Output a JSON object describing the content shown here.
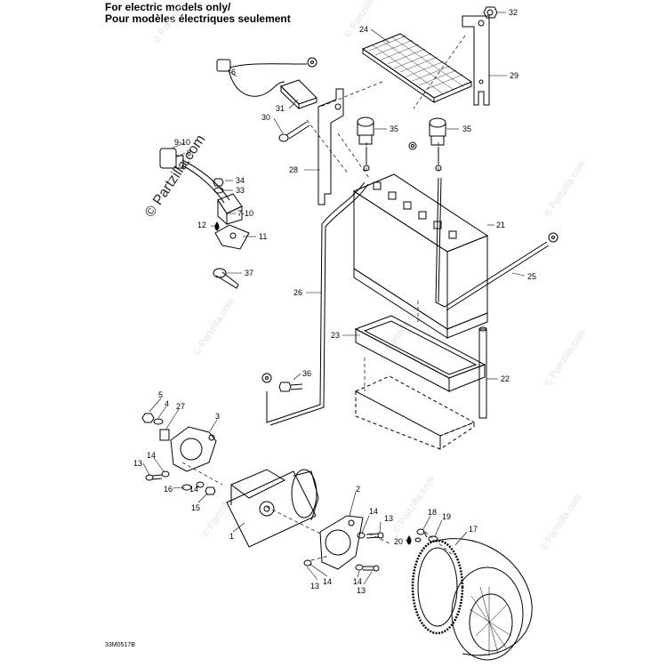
{
  "header": {
    "line1": "For electric models only/",
    "line2": "Pour modèles électriques seulement"
  },
  "drawing_code": "33M0517B",
  "watermark": "© Partzilla.com",
  "callouts": [
    {
      "id": "c32",
      "label": "32"
    },
    {
      "id": "c24",
      "label": "24"
    },
    {
      "id": "c29",
      "label": "29"
    },
    {
      "id": "c6",
      "label": "6"
    },
    {
      "id": "c31",
      "label": "31"
    },
    {
      "id": "c30",
      "label": "30"
    },
    {
      "id": "c35a",
      "label": "35"
    },
    {
      "id": "c35b",
      "label": "35"
    },
    {
      "id": "c9",
      "label": "9-10"
    },
    {
      "id": "c8",
      "label": "8"
    },
    {
      "id": "c28",
      "label": "28"
    },
    {
      "id": "c34",
      "label": "34"
    },
    {
      "id": "c33",
      "label": "33"
    },
    {
      "id": "c710",
      "label": "7-10"
    },
    {
      "id": "c21",
      "label": "21"
    },
    {
      "id": "c12",
      "label": "12"
    },
    {
      "id": "c11",
      "label": "11"
    },
    {
      "id": "c37",
      "label": "37"
    },
    {
      "id": "c25",
      "label": "25"
    },
    {
      "id": "c26",
      "label": "26"
    },
    {
      "id": "c23",
      "label": "23"
    },
    {
      "id": "c36",
      "label": "36"
    },
    {
      "id": "c22",
      "label": "22"
    },
    {
      "id": "c5",
      "label": "5"
    },
    {
      "id": "c4",
      "label": "4"
    },
    {
      "id": "c27",
      "label": "27"
    },
    {
      "id": "c3",
      "label": "3"
    },
    {
      "id": "c13a",
      "label": "13"
    },
    {
      "id": "c14a",
      "label": "14"
    },
    {
      "id": "c16",
      "label": "16"
    },
    {
      "id": "c14b",
      "label": "14"
    },
    {
      "id": "c15",
      "label": "15"
    },
    {
      "id": "c2",
      "label": "2"
    },
    {
      "id": "c14c",
      "label": "14"
    },
    {
      "id": "c13b",
      "label": "13"
    },
    {
      "id": "c18",
      "label": "18"
    },
    {
      "id": "c19",
      "label": "19"
    },
    {
      "id": "c20",
      "label": "20"
    },
    {
      "id": "c17",
      "label": "17"
    },
    {
      "id": "c1",
      "label": "1"
    },
    {
      "id": "c13c",
      "label": "13"
    },
    {
      "id": "c14d",
      "label": "14"
    },
    {
      "id": "c14e",
      "label": "14"
    },
    {
      "id": "c13d",
      "label": "13"
    }
  ]
}
